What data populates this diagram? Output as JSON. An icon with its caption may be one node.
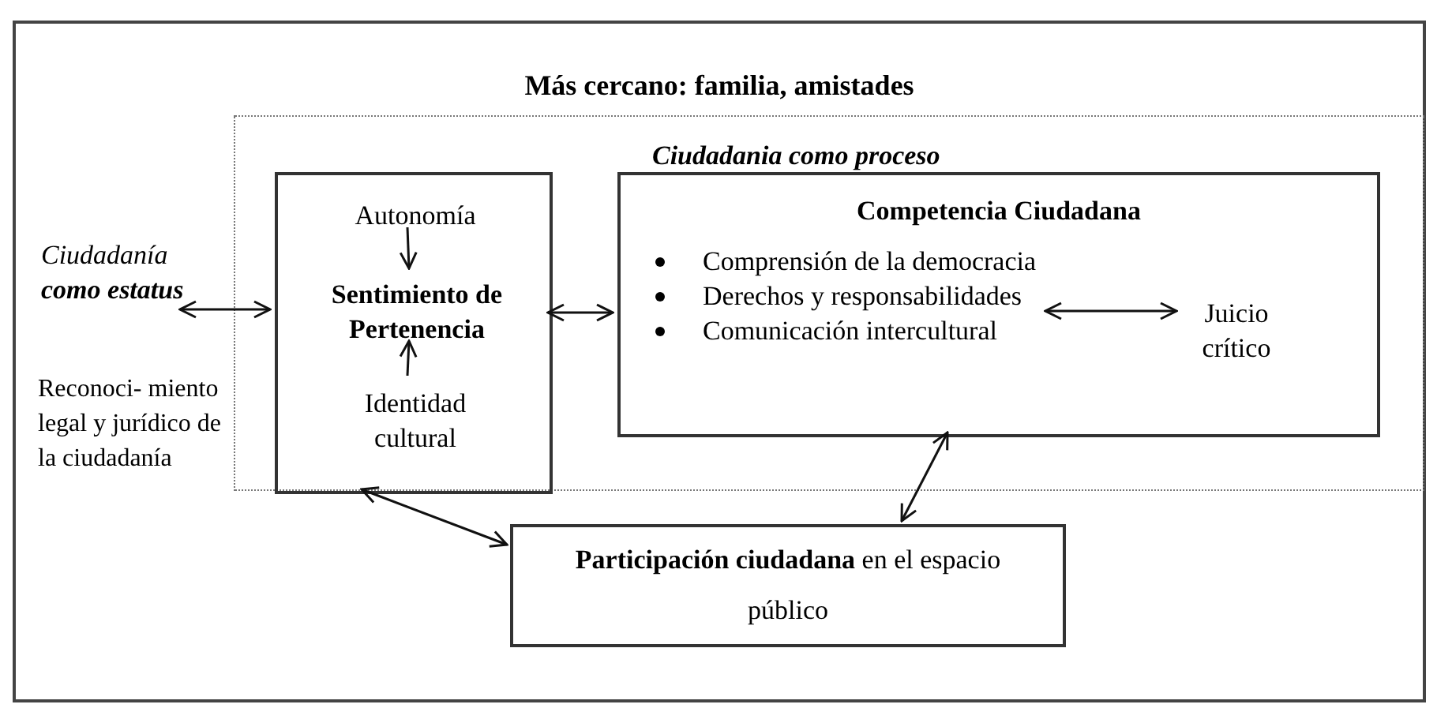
{
  "diagram": {
    "nodes": [
      {
        "text": [
          "Más cercano: familia, amistades"
        ]
      },
      {
        "text": [
          "Ciudadania como proceso"
        ],
        "in": 0
      },
      {
        "text": [],
        "shape": "box",
        "in": 1
      },
      {
        "text": [
          "Autonomía"
        ],
        "in": 2
      },
      {
        "text": [
          "Sentimiento de Pertenencia"
        ],
        "in": 2
      },
      {
        "text": [
          "Identidad cultural"
        ],
        "in": 2
      },
      {
        "text": [
          "Competencia Ciudadana"
        ],
        "in": 1
      },
      {
        "text": [
          "Comprensión de la democracia",
          "Derechos y responsabilidades",
          "Comunicación intercultural"
        ],
        "in": 6
      },
      {
        "text": [
          "Juicio crítico"
        ],
        "in": 6
      },
      {
        "text": [
          "Ciudadanía **como estatus**"
        ],
        "in": 0
      },
      {
        "text": [
          "**Participación ciudadana** en el espacio público"
        ],
        "in": 0
      }
    ],
    "edges": [
      {
        "from": 3,
        "to": 4,
        "arrow": "to"
      },
      {
        "from": 5,
        "to": 4,
        "arrow": "to"
      },
      {
        "from": 7,
        "to": 8,
        "arrow": "both"
      },
      {
        "from": 9,
        "to": 2,
        "arrow": "both"
      },
      {
        "from": 2,
        "to": 6,
        "arrow": "both"
      },
      {
        "from": 2,
        "to": 10,
        "arrow": "both"
      },
      {
        "from": 6,
        "to": 10,
        "arrow": "both"
      }
    ],
    "labels": [
      "Reconoci- miento legal y jurídico de la ciudadanía"
    ]
  }
}
